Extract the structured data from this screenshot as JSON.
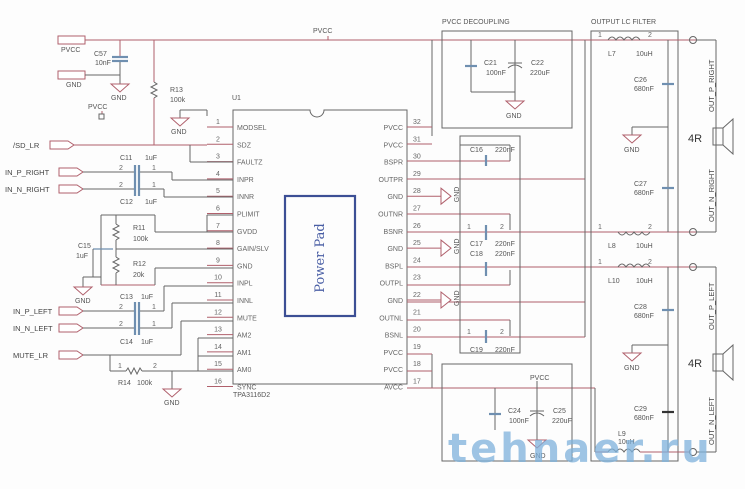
{
  "title": "TPA3116D2 stereo amplifier schematic",
  "ic": {
    "ref": "U1",
    "part": "TPA3116D2",
    "pad_label": "Power Pad",
    "left_pins": [
      {
        "num": "1",
        "name": "MODSEL"
      },
      {
        "num": "2",
        "name": "SDZ"
      },
      {
        "num": "3",
        "name": "FAULTZ"
      },
      {
        "num": "4",
        "name": "INPR"
      },
      {
        "num": "5",
        "name": "INNR"
      },
      {
        "num": "6",
        "name": "PLIMIT"
      },
      {
        "num": "7",
        "name": "GVDD"
      },
      {
        "num": "8",
        "name": "GAIN/SLV"
      },
      {
        "num": "9",
        "name": "GND"
      },
      {
        "num": "10",
        "name": "INPL"
      },
      {
        "num": "11",
        "name": "INNL"
      },
      {
        "num": "12",
        "name": "MUTE"
      },
      {
        "num": "13",
        "name": "AM2"
      },
      {
        "num": "14",
        "name": "AM1"
      },
      {
        "num": "15",
        "name": "AM0"
      },
      {
        "num": "16",
        "name": "SYNC"
      }
    ],
    "right_pins": [
      {
        "num": "32",
        "name": "PVCC"
      },
      {
        "num": "31",
        "name": "PVCC"
      },
      {
        "num": "30",
        "name": "BSPR"
      },
      {
        "num": "29",
        "name": "OUTPR"
      },
      {
        "num": "28",
        "name": "GND"
      },
      {
        "num": "27",
        "name": "OUTNR"
      },
      {
        "num": "26",
        "name": "BSNR"
      },
      {
        "num": "25",
        "name": "GND"
      },
      {
        "num": "24",
        "name": "BSPL"
      },
      {
        "num": "23",
        "name": "OUTPL"
      },
      {
        "num": "22",
        "name": "GND"
      },
      {
        "num": "21",
        "name": "OUTNL"
      },
      {
        "num": "20",
        "name": "BSNL"
      },
      {
        "num": "19",
        "name": "PVCC"
      },
      {
        "num": "18",
        "name": "PVCC"
      },
      {
        "num": "17",
        "name": "AVCC"
      }
    ]
  },
  "nets": {
    "pvcc": "PVCC",
    "gnd": "GND",
    "sd": "/SD_LR",
    "in_p_right": "IN_P_RIGHT",
    "in_n_right": "IN_N_RIGHT",
    "in_p_left": "IN_P_LEFT",
    "in_n_left": "IN_N_LEFT",
    "mute": "MUTE_LR",
    "out_p_right": "OUT_P_RIGHT",
    "out_n_right": "OUT_N_RIGHT",
    "out_p_left": "OUT_P_LEFT",
    "out_n_left": "OUT_N_LEFT",
    "pvcc_lower": "PVCC"
  },
  "sections": {
    "decoupling": "PVCC DECOUPLING",
    "lc_filter": "OUTPUT LC FILTER"
  },
  "components": {
    "C57": {
      "ref": "C57",
      "val": "10nF"
    },
    "R13": {
      "ref": "R13",
      "val": "100k"
    },
    "C11": {
      "ref": "C11",
      "val": "1uF"
    },
    "C12": {
      "ref": "C12",
      "val": "1uF"
    },
    "R11": {
      "ref": "R11",
      "val": "100k"
    },
    "R12": {
      "ref": "R12",
      "val": "20k"
    },
    "C15": {
      "ref": "C15",
      "val": "1uF"
    },
    "C13": {
      "ref": "C13",
      "val": "1uF"
    },
    "C14": {
      "ref": "C14",
      "val": "1uF"
    },
    "R14": {
      "ref": "R14",
      "val": "100k"
    },
    "C21": {
      "ref": "C21",
      "val": "100nF"
    },
    "C22": {
      "ref": "C22",
      "val": "220uF"
    },
    "C16": {
      "ref": "C16",
      "val": "220nF"
    },
    "C17": {
      "ref": "C17",
      "val": "220nF"
    },
    "C18": {
      "ref": "C18",
      "val": "220nF"
    },
    "C19": {
      "ref": "C19",
      "val": "220nF"
    },
    "C24": {
      "ref": "C24",
      "val": "100nF"
    },
    "C25": {
      "ref": "C25",
      "val": "220uF"
    },
    "L7": {
      "ref": "L7",
      "val": "10uH"
    },
    "L8": {
      "ref": "L8",
      "val": "10uH"
    },
    "L10": {
      "ref": "L10",
      "val": "10uH"
    },
    "L9": {
      "ref": "L9",
      "val": "10uH"
    },
    "C26": {
      "ref": "C26",
      "val": "680nF"
    },
    "C27": {
      "ref": "C27",
      "val": "680nF"
    },
    "C28": {
      "ref": "C28",
      "val": "680nF"
    },
    "C29": {
      "ref": "C29",
      "val": "680nF"
    }
  },
  "speakers": [
    {
      "label": "4R"
    },
    {
      "label": "4R"
    }
  ],
  "watermark": "tehnaer.ru"
}
